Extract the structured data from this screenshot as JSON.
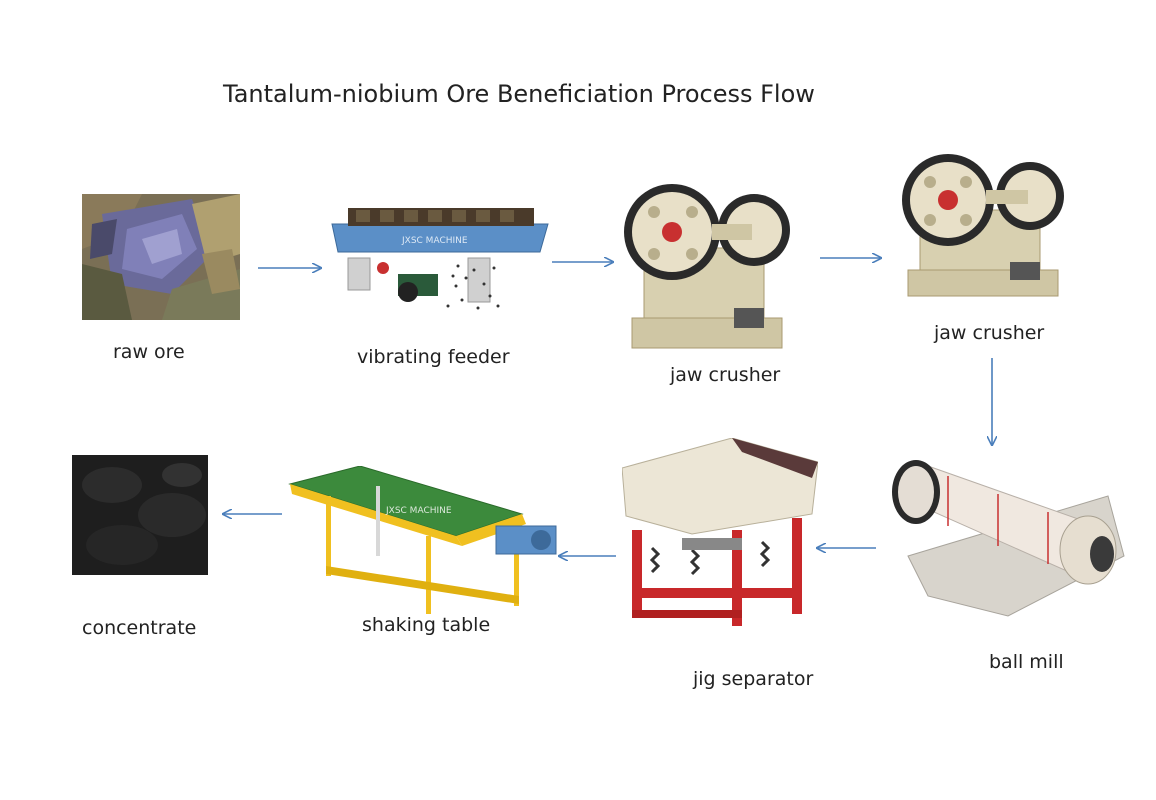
{
  "title": "Tantalum-niobium Ore Beneficiation Process Flow",
  "steps": [
    {
      "id": "raw-ore",
      "label": "raw ore"
    },
    {
      "id": "vibrating-feeder",
      "label": "vibrating feeder"
    },
    {
      "id": "jaw-crusher-1",
      "label": "jaw crusher"
    },
    {
      "id": "jaw-crusher-2",
      "label": "jaw crusher"
    },
    {
      "id": "ball-mill",
      "label": "ball mill"
    },
    {
      "id": "jig-separator",
      "label": "jig separator"
    },
    {
      "id": "shaking-table",
      "label": "shaking table"
    },
    {
      "id": "concentrate",
      "label": "concentrate"
    }
  ],
  "watermark": "JXSC MACHINE",
  "colors": {
    "arrow": "#4a7ebb",
    "machine_cream": "#e8e0c8",
    "feeder_blue": "#5b8fc7",
    "jig_red": "#c8282a",
    "table_yellow": "#f0c020",
    "table_green": "#3c8a3c"
  }
}
